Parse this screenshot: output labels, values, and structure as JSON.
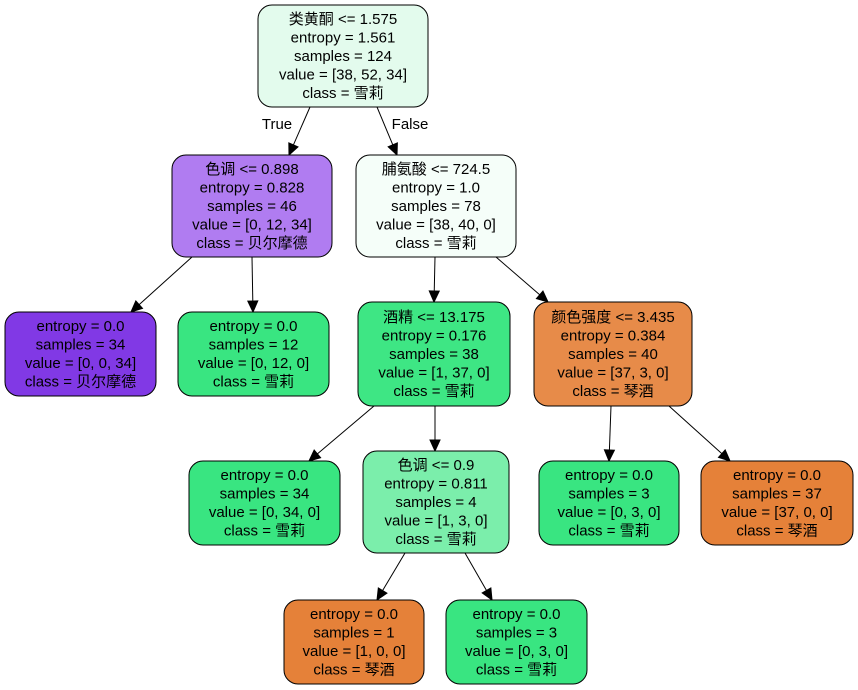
{
  "tree": {
    "nodes": [
      {
        "id": "n0",
        "lines": [
          "类黄酮 <= 1.575",
          "entropy = 1.561",
          "samples = 124",
          "value = [38, 52, 34]",
          "class = 雪莉"
        ],
        "fill": "#e3fbed"
      },
      {
        "id": "n1",
        "lines": [
          "色调 <= 0.898",
          "entropy = 0.828",
          "samples = 46",
          "value = [0, 12, 34]",
          "class = 贝尔摩德"
        ],
        "fill": "#b07cf1"
      },
      {
        "id": "n2",
        "lines": [
          "entropy = 0.0",
          "samples = 34",
          "value = [0, 0, 34]",
          "class = 贝尔摩德"
        ],
        "fill": "#8139e5"
      },
      {
        "id": "n3",
        "lines": [
          "entropy = 0.0",
          "samples = 12",
          "value = [0, 12, 0]",
          "class = 雪莉"
        ],
        "fill": "#39e581"
      },
      {
        "id": "n4",
        "lines": [
          "脯氨酸 <= 724.5",
          "entropy = 1.0",
          "samples = 78",
          "value = [38, 40, 0]",
          "class = 雪莉"
        ],
        "fill": "#f5fef9"
      },
      {
        "id": "n5",
        "lines": [
          "酒精 <= 13.175",
          "entropy = 0.176",
          "samples = 38",
          "value = [1, 37, 0]",
          "class = 雪莉"
        ],
        "fill": "#3ee684"
      },
      {
        "id": "n6",
        "lines": [
          "entropy = 0.0",
          "samples = 34",
          "value = [0, 34, 0]",
          "class = 雪莉"
        ],
        "fill": "#39e581"
      },
      {
        "id": "n7",
        "lines": [
          "色调 <= 0.9",
          "entropy = 0.811",
          "samples = 4",
          "value = [1, 3, 0]",
          "class = 雪莉"
        ],
        "fill": "#7beeab"
      },
      {
        "id": "n8",
        "lines": [
          "entropy = 0.0",
          "samples = 1",
          "value = [1, 0, 0]",
          "class = 琴酒"
        ],
        "fill": "#e58139"
      },
      {
        "id": "n9",
        "lines": [
          "entropy = 0.0",
          "samples = 3",
          "value = [0, 3, 0]",
          "class = 雪莉"
        ],
        "fill": "#39e581"
      },
      {
        "id": "n10",
        "lines": [
          "颜色强度 <= 3.435",
          "entropy = 0.384",
          "samples = 40",
          "value = [37, 3, 0]",
          "class = 琴酒"
        ],
        "fill": "#e78b49"
      },
      {
        "id": "n11",
        "lines": [
          "entropy = 0.0",
          "samples = 3",
          "value = [0, 3, 0]",
          "class = 雪莉"
        ],
        "fill": "#39e581"
      },
      {
        "id": "n12",
        "lines": [
          "entropy = 0.0",
          "samples = 37",
          "value = [37, 0, 0]",
          "class = 琴酒"
        ],
        "fill": "#e58139"
      }
    ],
    "edges": [
      {
        "from": "n0",
        "to": "n1",
        "label": "True"
      },
      {
        "from": "n0",
        "to": "n4",
        "label": "False"
      },
      {
        "from": "n1",
        "to": "n2",
        "label": ""
      },
      {
        "from": "n1",
        "to": "n3",
        "label": ""
      },
      {
        "from": "n4",
        "to": "n5",
        "label": ""
      },
      {
        "from": "n4",
        "to": "n10",
        "label": ""
      },
      {
        "from": "n5",
        "to": "n6",
        "label": ""
      },
      {
        "from": "n5",
        "to": "n7",
        "label": ""
      },
      {
        "from": "n7",
        "to": "n8",
        "label": ""
      },
      {
        "from": "n7",
        "to": "n9",
        "label": ""
      },
      {
        "from": "n10",
        "to": "n11",
        "label": ""
      },
      {
        "from": "n10",
        "to": "n12",
        "label": ""
      }
    ]
  }
}
